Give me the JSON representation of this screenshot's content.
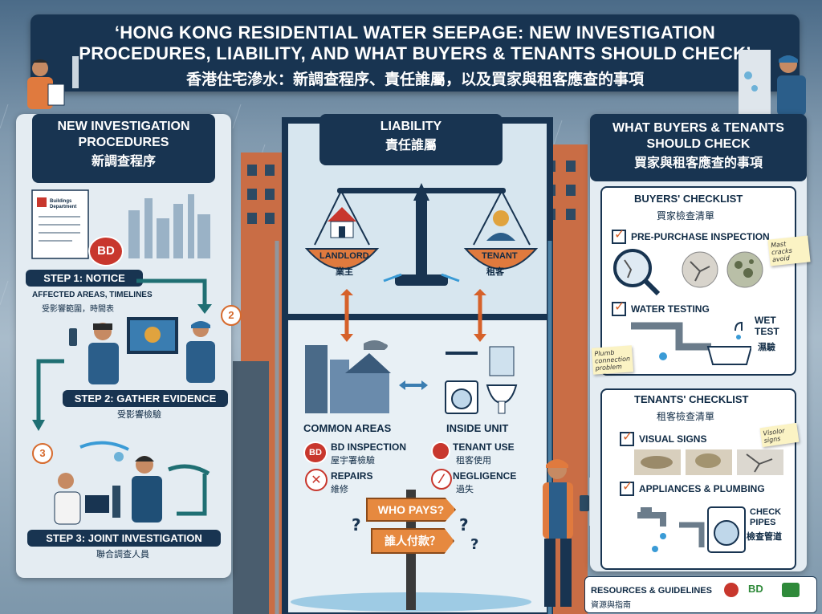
{
  "title": {
    "en": "‘HONG KONG RESIDENTIAL WATER SEEPAGE: NEW INVESTIGATION PROCEDURES, LIABILITY, AND WHAT BUYERS & TENANTS SHOULD CHECK’",
    "zh": "香港住宅滲水：新調查程序、責任誰屬，以及買家與租客應查的事項"
  },
  "left": {
    "head_en": "NEW INVESTIGATION PROCEDURES",
    "head_zh": "新調查程序",
    "doc_label": "Buildings Department",
    "bd_badge": "BD",
    "step1": {
      "title": "STEP 1: NOTICE",
      "desc": "AFFECTED AREAS, TIMELINES",
      "desc_zh": "受影響範圍，時間表"
    },
    "step2": {
      "num": "2",
      "title": "STEP 2: GATHER EVIDENCE",
      "desc_zh": "受影響檢驗"
    },
    "step3": {
      "num": "3",
      "title": "STEP 3: JOINT INVESTIGATION",
      "desc_zh": "聯合調查人員"
    }
  },
  "center": {
    "head_en": "LIABILITY",
    "head_zh": "責任誰屬",
    "landlord_en": "LANDLORD",
    "landlord_zh": "業主",
    "tenant_en": "TENANT",
    "tenant_zh": "租客",
    "common_areas": "COMMON AREAS",
    "inside_unit": "INSIDE UNIT",
    "bd_inspection_en": "BD INSPECTION",
    "bd_inspection_zh": "屋宇署檢驗",
    "repairs_en": "REPAIRS",
    "repairs_zh": "維修",
    "tenant_use_en": "TENANT USE",
    "tenant_use_zh": "租客使用",
    "negligence_en": "NEGLIGENCE",
    "negligence_zh": "過失",
    "who_pays_en": "WHO PAYS?",
    "who_pays_zh": "誰人付款？",
    "bd_badge": "BD"
  },
  "right": {
    "head_en": "WHAT BUYERS & TENANTS SHOULD CHECK",
    "head_zh": "買家與租客應查的事項",
    "buyers_title_en": "BUYERS' CHECKLIST",
    "buyers_title_zh": "買家檢查清單",
    "pre_purchase": "PRE-PURCHASE INSPECTION",
    "water_testing": "WATER TESTING",
    "wet_test_en": "WET TEST",
    "wet_test_zh": "濕驗",
    "sticky1": "Mast cracks avoid",
    "sticky2": "Plumb connection problem",
    "tenants_title_en": "TENANTS' CHECKLIST",
    "tenants_title_zh": "租客檢查清單",
    "visual_signs": "VISUAL SIGNS",
    "sticky3": "Visolor signs",
    "appliances": "APPLIANCES & PLUMBING",
    "check_pipes_en": "CHECK PIPES",
    "check_pipes_zh": "檢查管道"
  },
  "resources": {
    "title_en": "RESOURCES & GUIDELINES",
    "title_zh": "資源與指南",
    "bd_label": "BD"
  }
}
